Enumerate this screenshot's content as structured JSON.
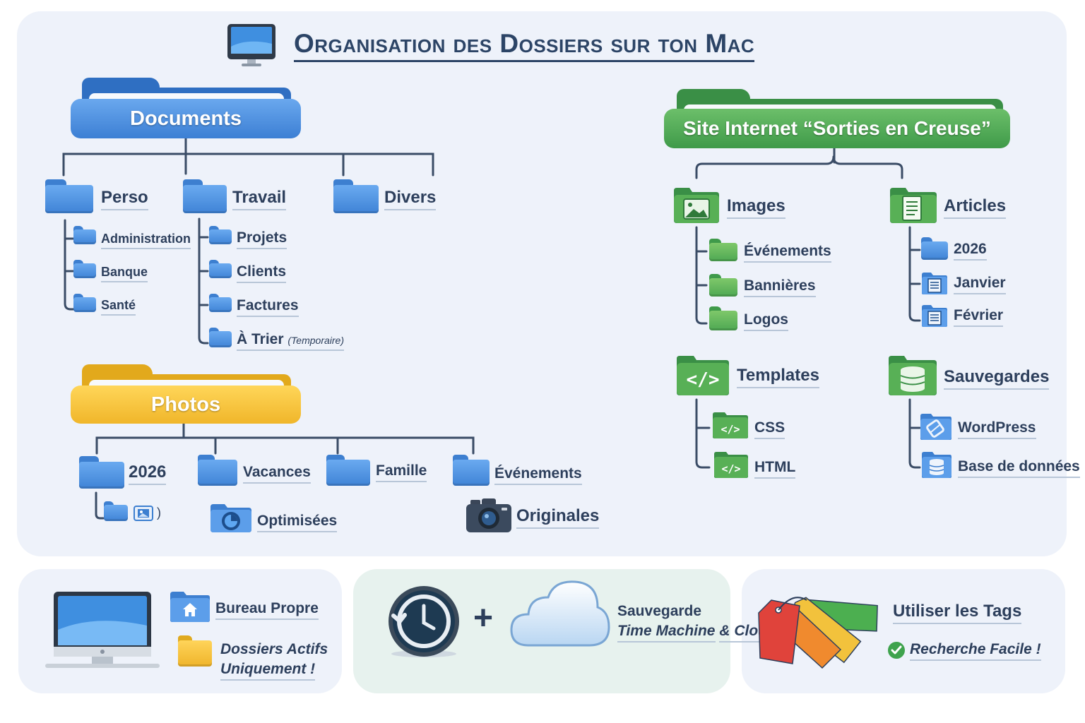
{
  "title": "Organisation des Dossiers sur ton Mac",
  "documents": {
    "label": "Documents",
    "perso": {
      "label": "Perso",
      "children": [
        "Administration",
        "Banque",
        "Santé"
      ]
    },
    "travail": {
      "label": "Travail",
      "children": [
        "Projets",
        "Clients",
        "Factures"
      ],
      "last": "À Trier",
      "last_note": "(Temporaire)"
    },
    "divers": {
      "label": "Divers"
    }
  },
  "photos": {
    "label": "Photos",
    "children": [
      "2026",
      "Vacances",
      "Famille",
      "Événements"
    ],
    "sub_2026_note": ")",
    "optimisees": "Optimisées",
    "originales": "Originales"
  },
  "site": {
    "label": "Site Internet “Sorties en Creuse”",
    "images": {
      "label": "Images",
      "children": [
        "Événements",
        "Bannières",
        "Logos"
      ]
    },
    "articles": {
      "label": "Articles",
      "children": [
        "2026",
        "Janvier",
        "Février"
      ]
    },
    "templates": {
      "label": "Templates",
      "children": [
        "CSS",
        "HTML"
      ]
    },
    "sauvegardes": {
      "label": "Sauvegardes",
      "children": [
        "WordPress",
        "Base de données"
      ]
    }
  },
  "tips": {
    "bureau": {
      "title": "Bureau Propre",
      "line1": "Dossiers Actifs",
      "line2": "Uniquement !"
    },
    "backup": {
      "plus": "+",
      "line1": "Sauvegarde",
      "line2": "Time Machine",
      "line3": "& Cloud"
    },
    "tags": {
      "title": "Utiliser les Tags",
      "subtitle": "Recherche Facile !"
    }
  },
  "colors": {
    "blue": "#4a8de0",
    "green": "#4aa755",
    "yellow": "#f2c13c",
    "text": "#2d3f5c"
  }
}
